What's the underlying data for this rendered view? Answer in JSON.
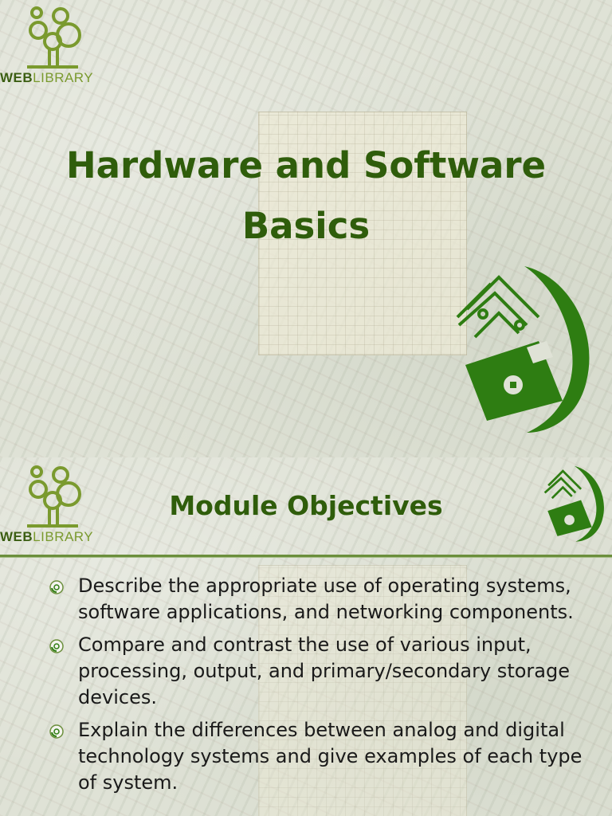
{
  "logo": {
    "prefix": "WEB",
    "suffix": "LIBRARY"
  },
  "slides": [
    {
      "title_line1": "Hardware and Software",
      "title_line2": "Basics"
    },
    {
      "title": "Module Objectives",
      "bullets": [
        "Describe the appropriate use of operating systems, software applications, and networking components.",
        "Compare and contrast the use of various input, processing, output, and primary/secondary storage devices.",
        "Explain the differences between analog and digital technology systems and give examples of each type of system."
      ]
    }
  ],
  "colors": {
    "title": "#2f5d0b",
    "logo_green": "#7a9a2e",
    "emblem_green": "#2e7d12",
    "rule": "#6b8f3c"
  },
  "icons": {
    "logo": "tree-logo-icon",
    "emblem": "chip-disk-emblem-icon",
    "bullet": "disc-bullet-icon"
  }
}
